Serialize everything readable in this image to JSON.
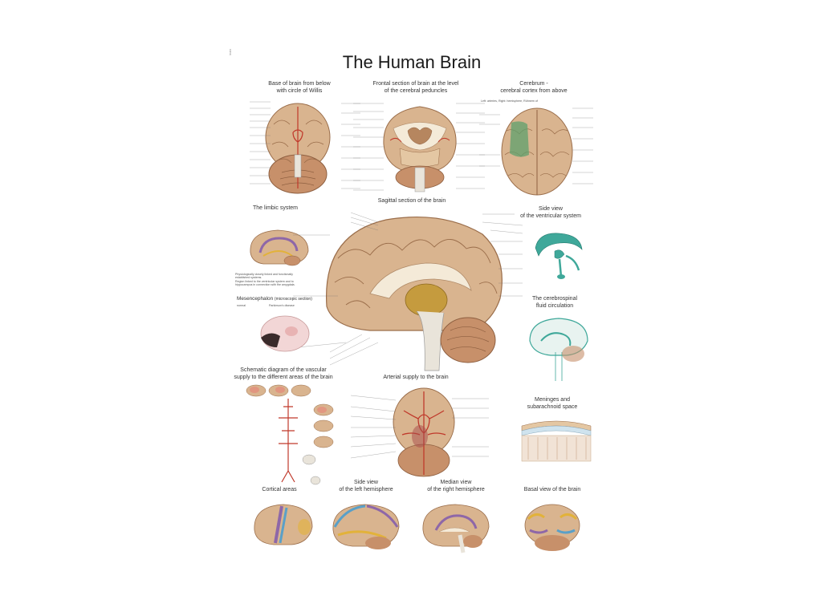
{
  "poster": {
    "title": "The Human Brain",
    "publisher_tag": "brain"
  },
  "panels": {
    "base": {
      "caption": "Base of brain from below\nwith circle of Willis"
    },
    "frontal": {
      "caption": "Frontal section of brain at the level\nof the cerebral peduncles"
    },
    "cerebrum": {
      "caption": "Cerebrum -\ncerebral cortex from above",
      "note": "Left: arteries, Right: hemisphere, Rühnern of"
    },
    "sagittal": {
      "caption": "Sagittal section of the brain"
    },
    "limbic": {
      "caption": "The limbic system",
      "note": "Physiologically closely linked and functionally\nestablished systems.\nRegion linked to the ventricular system and to\nhippocampus in connection with the amygdala."
    },
    "ventricles": {
      "caption": "Side view\nof the ventricular system"
    },
    "mesencephalon": {
      "caption": "Mesencephalon",
      "caption_suffix": "(microscopic section)",
      "left_label": "normal",
      "right_label": "Parkinson's disease"
    },
    "csf": {
      "caption": "The cerebrospinal\nfluid circulation"
    },
    "vascular": {
      "caption": "Schematic diagram of the vascular\nsupply to the different areas of the brain"
    },
    "arterial": {
      "caption": "Arterial supply to the brain"
    },
    "meninges": {
      "caption": "Meninges and\nsubarachnoid space"
    },
    "cortical": {
      "caption": "Cortical areas"
    },
    "left_hemi": {
      "caption": "Side view\nof the left hemisphere"
    },
    "median": {
      "caption": "Median view\nof the right hemisphere"
    },
    "basal": {
      "caption": "Basal view of the brain"
    }
  },
  "colors": {
    "brain": "#d9b48f",
    "gyrus_line": "#9a6d4a",
    "vessel": "#c0392b",
    "ventricle": "#3fa89a",
    "leader": "#777777",
    "cerebellum": "#c7906a",
    "spinal": "#e9e4da"
  }
}
